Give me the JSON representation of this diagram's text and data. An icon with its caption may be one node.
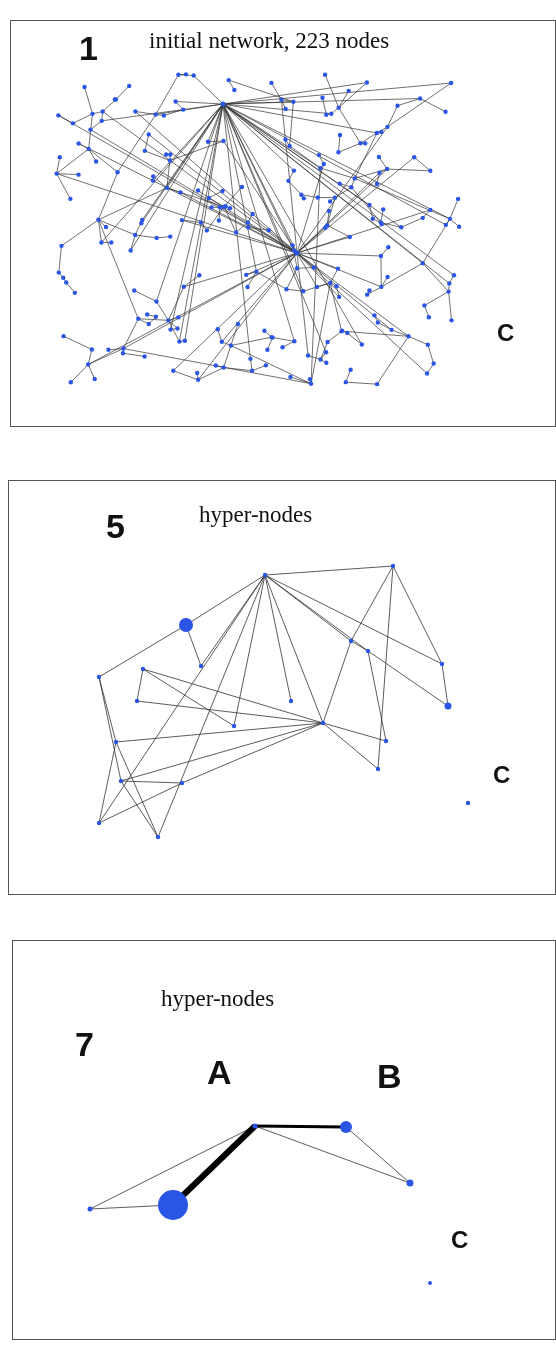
{
  "diagram": {
    "nodes": [
      {
        "text": [
          "1",
          "initial network, 223 nodes",
          "C"
        ]
      },
      {
        "text": [
          "hyper-nodes",
          "5",
          "C"
        ]
      },
      {
        "text": [
          "hyper-nodes",
          "7",
          "A",
          "B",
          "C"
        ]
      }
    ]
  }
}
